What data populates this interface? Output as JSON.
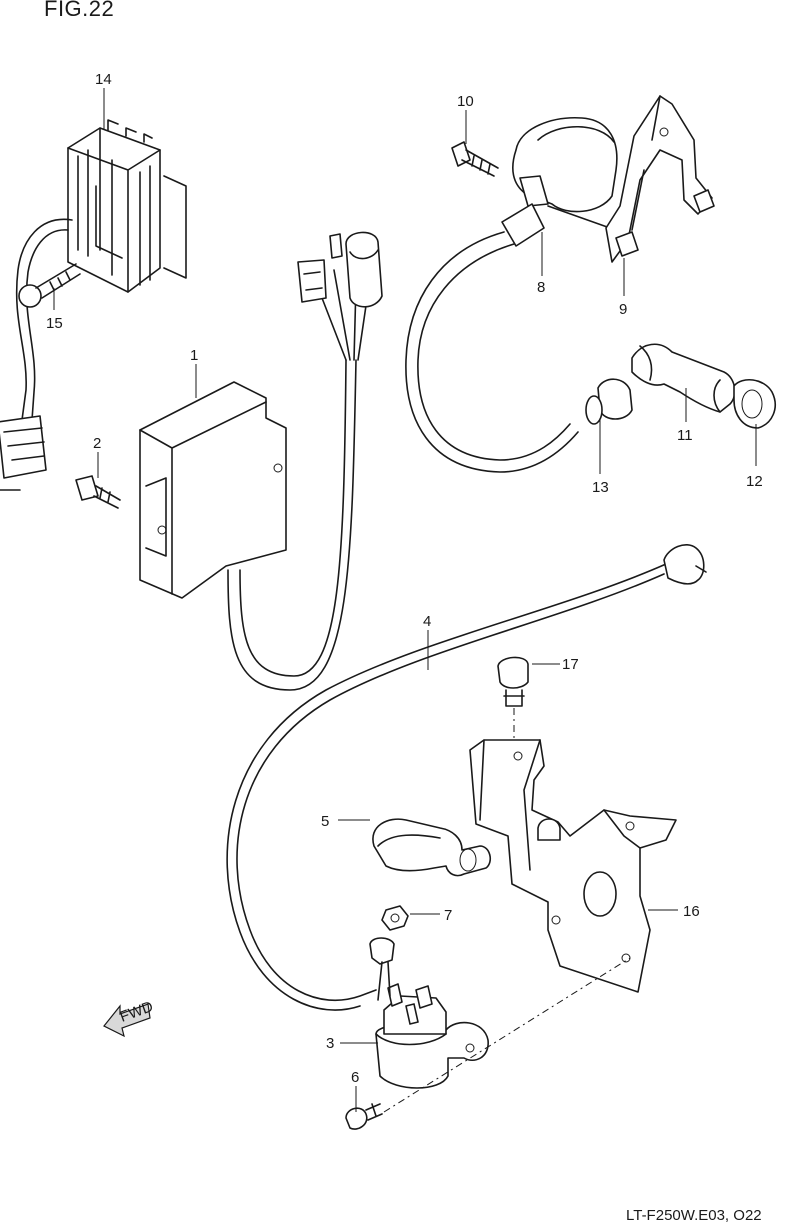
{
  "figure": {
    "title": "FIG.22",
    "code": "LT-F250W.E03, O22"
  },
  "callouts": [
    {
      "id": "c1",
      "label": "1"
    },
    {
      "id": "c2",
      "label": "2"
    },
    {
      "id": "c3",
      "label": "3"
    },
    {
      "id": "c4",
      "label": "4"
    },
    {
      "id": "c5",
      "label": "5"
    },
    {
      "id": "c6",
      "label": "6"
    },
    {
      "id": "c7",
      "label": "7"
    },
    {
      "id": "c8",
      "label": "8"
    },
    {
      "id": "c9",
      "label": "9"
    },
    {
      "id": "c10",
      "label": "10"
    },
    {
      "id": "c11",
      "label": "11"
    },
    {
      "id": "c12",
      "label": "12"
    },
    {
      "id": "c13",
      "label": "13"
    },
    {
      "id": "c14",
      "label": "14"
    },
    {
      "id": "c15",
      "label": "15"
    },
    {
      "id": "c16",
      "label": "16"
    },
    {
      "id": "c17",
      "label": "17"
    }
  ],
  "direction_marker": "FWD"
}
